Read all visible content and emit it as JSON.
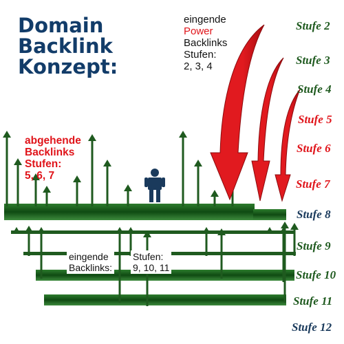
{
  "title": {
    "line1": "Domain",
    "line2": "Backlink",
    "line3": "Konzept:"
  },
  "outgoing": {
    "l1": "abgehende",
    "l2": "Backlinks",
    "l3": "Stufen:",
    "l4": "5, 6, 7"
  },
  "incoming_power": {
    "l1": "eingende",
    "l2": "Power",
    "l3": "Backlinks",
    "l4": "Stufen:",
    "l5": "2, 3, 4"
  },
  "incoming": {
    "l1": "eingende",
    "l2": "Backlinks:",
    "s1": "Stufen:",
    "s2": "9, 10, 11"
  },
  "colors": {
    "green": "#1f5a1f",
    "red": "#e0141a",
    "navy": "#1a3a5c",
    "title": "#123c69"
  },
  "icons": {
    "person": "person-icon",
    "arrow_up": "arrow-up-icon",
    "arrow_down": "curved-arrow-down-icon"
  },
  "levels": [
    {
      "label": "Stufe 2",
      "color": "#1f5a1f"
    },
    {
      "label": "Stufe 3",
      "color": "#1f5a1f"
    },
    {
      "label": "Stufe 4",
      "color": "#1f5a1f"
    },
    {
      "label": "Stufe 5",
      "color": "#e0141a"
    },
    {
      "label": "Stufe 6",
      "color": "#e0141a"
    },
    {
      "label": "Stufe 7",
      "color": "#e0141a"
    },
    {
      "label": "Stufe 8",
      "color": "#1a3a5c"
    },
    {
      "label": "Stufe 9",
      "color": "#1f5a1f"
    },
    {
      "label": "Stufe 10",
      "color": "#1f5a1f"
    },
    {
      "label": "Stufe 11",
      "color": "#1f5a1f"
    },
    {
      "label": "Stufe 12",
      "color": "#1a3a5c"
    }
  ]
}
